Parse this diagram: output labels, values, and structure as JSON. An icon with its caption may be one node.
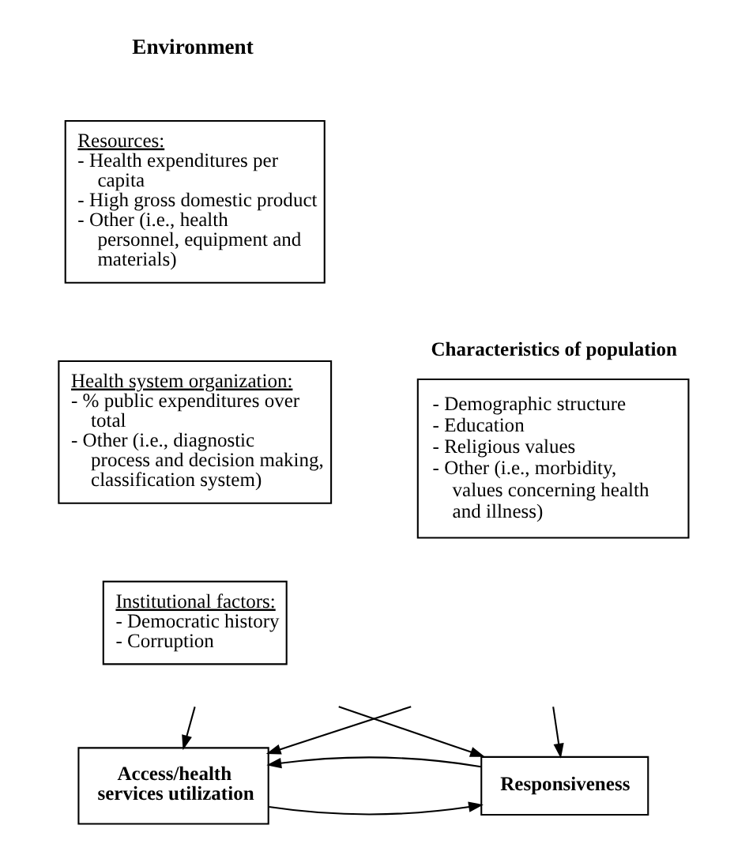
{
  "diagram": {
    "nodes": [
      {
        "text": [
          "Resources:",
          "- Health expenditures per capita",
          "- High gross domestic product",
          "- Other (i.e., health personnel, equipment and materials)"
        ]
      },
      {
        "text": [
          "Health system organization:",
          "- % public expenditures over total",
          "- Other (i.e., diagnostic process and decision making, classification system)"
        ]
      },
      {
        "text": [
          "Institutional factors:",
          "- Democratic history",
          "- Corruption"
        ]
      },
      {
        "text": [
          "Characteristics of population",
          "- Demographic structure",
          "- Education",
          "- Religious values",
          "- Other (i.e., morbidity, values concerning health and illness)"
        ]
      },
      {
        "text": [
          "Access/health services utilization"
        ]
      },
      {
        "text": [
          "Responsiveness"
        ]
      }
    ],
    "edges": [
      {
        "from": null,
        "to": 4,
        "arrow": "to"
      },
      {
        "from": null,
        "to": 5,
        "arrow": "to"
      },
      {
        "from": null,
        "to": 4,
        "arrow": "to"
      },
      {
        "from": null,
        "to": 5,
        "arrow": "to"
      },
      {
        "from": 4,
        "to": 5,
        "arrow": "to"
      },
      {
        "from": 5,
        "to": 4,
        "arrow": "to"
      }
    ],
    "labels": [
      "Environment"
    ]
  }
}
